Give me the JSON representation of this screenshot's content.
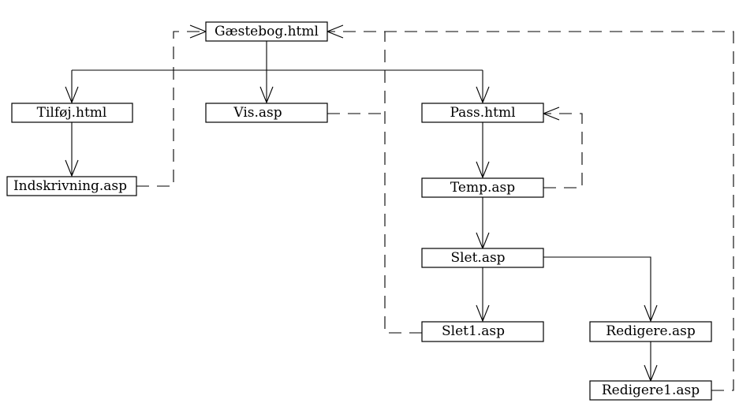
{
  "diagram": {
    "nodes": {
      "gaestebog": "Gæstebog.html",
      "tilfoj": "Tilføj.html",
      "vis": "Vis.asp",
      "pass": "Pass.html",
      "indskrivning": "Indskrivning.asp",
      "temp": "Temp.asp",
      "slet": "Slet.asp",
      "slet1": "Slet1.asp",
      "redigere": "Redigere.asp",
      "redigere1": "Redigere1.asp"
    },
    "edges": [
      {
        "from": "gaestebog",
        "to": "tilfoj",
        "style": "solid"
      },
      {
        "from": "gaestebog",
        "to": "vis",
        "style": "solid"
      },
      {
        "from": "gaestebog",
        "to": "pass",
        "style": "solid"
      },
      {
        "from": "tilfoj",
        "to": "indskrivning",
        "style": "solid"
      },
      {
        "from": "indskrivning",
        "to": "gaestebog",
        "style": "dashed"
      },
      {
        "from": "pass",
        "to": "temp",
        "style": "solid"
      },
      {
        "from": "temp",
        "to": "pass",
        "style": "dashed"
      },
      {
        "from": "temp",
        "to": "slet",
        "style": "solid"
      },
      {
        "from": "slet",
        "to": "slet1",
        "style": "solid"
      },
      {
        "from": "slet",
        "to": "redigere",
        "style": "solid"
      },
      {
        "from": "redigere",
        "to": "redigere1",
        "style": "solid"
      },
      {
        "from": "redigere1",
        "to": "gaestebog",
        "style": "dashed"
      },
      {
        "from": "vis",
        "to": "gaestebog",
        "style": "dashed"
      },
      {
        "from": "slet1",
        "to": "gaestebog",
        "style": "dashed"
      }
    ]
  }
}
